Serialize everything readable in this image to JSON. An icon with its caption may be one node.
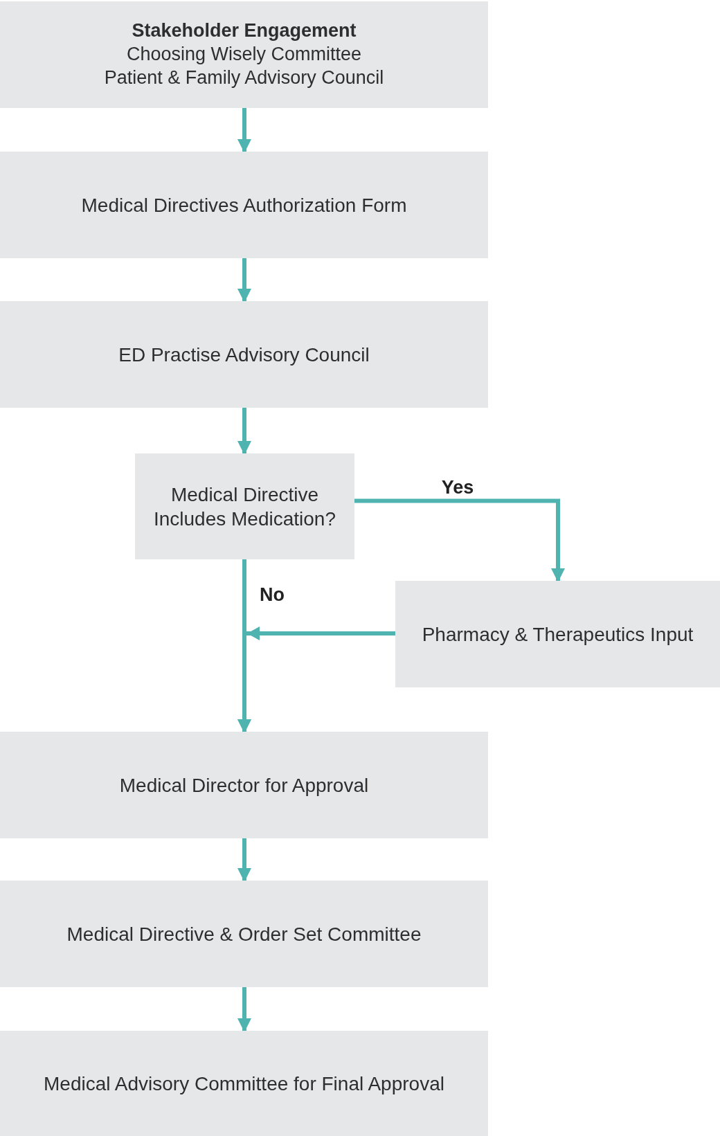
{
  "diagram": {
    "nodes": [
      {
        "text": [
          "Stakeholder Engagement",
          "Choosing Wisely Committee",
          "Patient & Family Advisory Council"
        ]
      },
      {
        "text": [
          "Medical Directives Authorization Form"
        ]
      },
      {
        "text": [
          "ED Practise Advisory Council"
        ]
      },
      {
        "text": [
          "Medical Directive Includes Medication?"
        ]
      },
      {
        "text": [
          "Pharmacy & Therapeutics Input"
        ]
      },
      {
        "text": [
          "Medical Director for Approval"
        ]
      },
      {
        "text": [
          "Medical Directive & Order Set Committee"
        ]
      },
      {
        "text": [
          "Medical Advisory Committee for Final Approval"
        ]
      }
    ],
    "edges": [
      {
        "from": 0,
        "to": 1,
        "arrow": "to"
      },
      {
        "from": 1,
        "to": 2,
        "arrow": "to"
      },
      {
        "from": 2,
        "to": 3,
        "arrow": "to"
      },
      {
        "from": 3,
        "to": 4,
        "arrow": "to",
        "label": "Yes"
      },
      {
        "from": 3,
        "to": 5,
        "arrow": "to",
        "label": "No"
      },
      {
        "from": 4,
        "to": 5,
        "arrow": "to"
      },
      {
        "from": 5,
        "to": 6,
        "arrow": "to"
      },
      {
        "from": 6,
        "to": 7,
        "arrow": "to"
      }
    ]
  }
}
